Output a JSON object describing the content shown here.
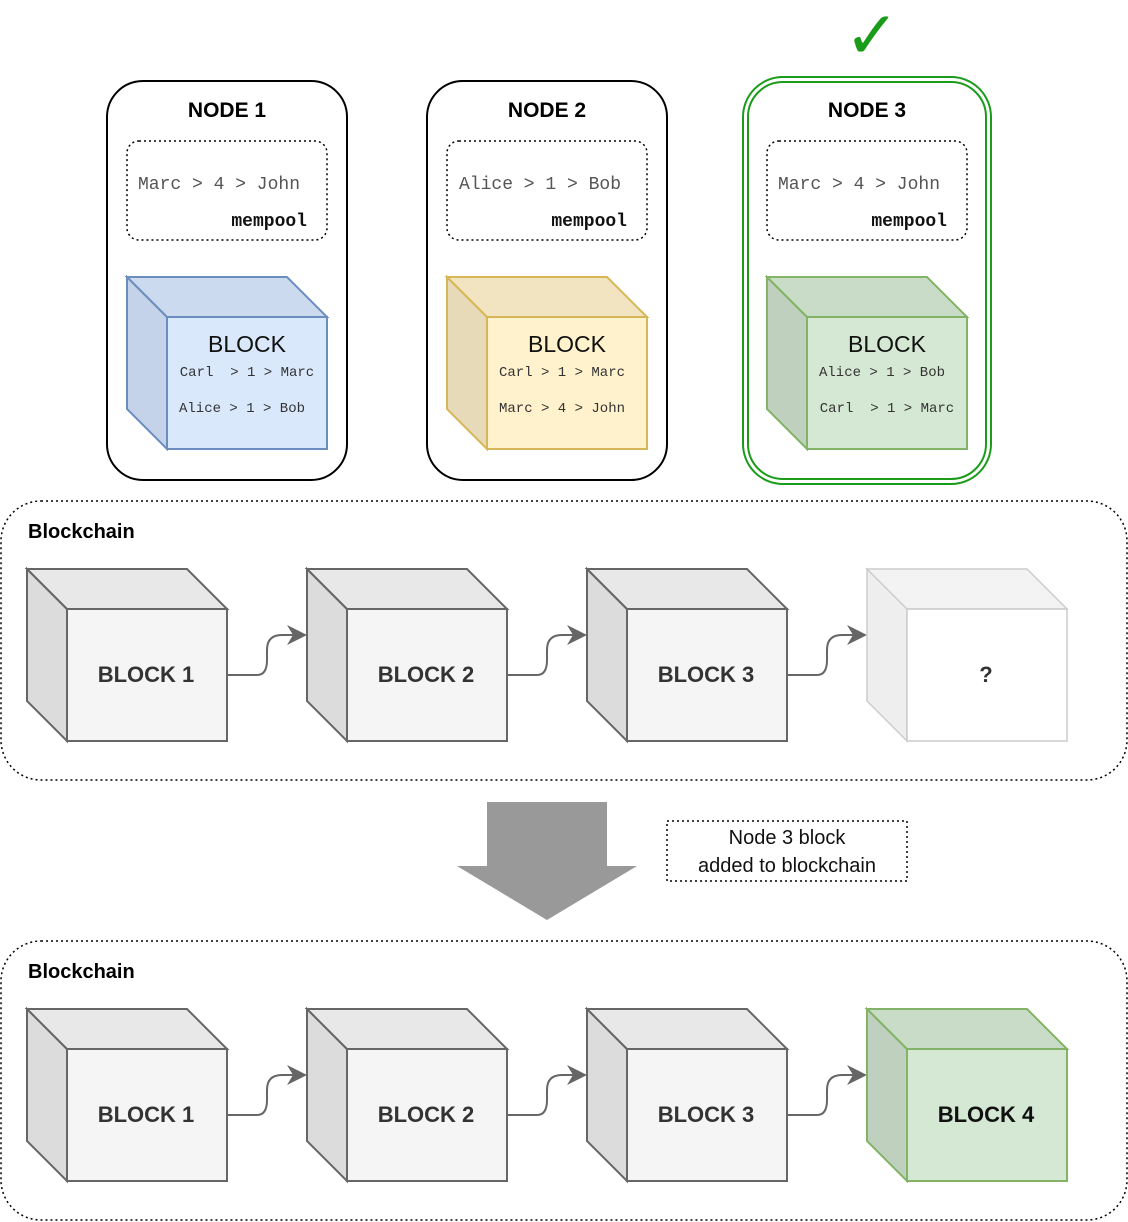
{
  "nodes": [
    {
      "title": "NODE 1",
      "mempool_tx": "Marc > 4 > John",
      "mempool_label": "mempool",
      "block_title": "BLOCK",
      "block_tx": [
        "Carl  > 1 > Marc",
        "Alice > 1 > Bob"
      ],
      "color": {
        "front": "#dae8fc",
        "side": "#c5d3ea",
        "top": "#ccdaef",
        "stroke": "#6c8ebf"
      }
    },
    {
      "title": "NODE 2",
      "mempool_tx": "Alice > 1 > Bob",
      "mempool_label": "mempool",
      "block_title": "BLOCK",
      "block_tx": [
        "Carl > 1 > Marc",
        "Marc > 4 > John"
      ],
      "color": {
        "front": "#fff2cc",
        "side": "#e6dab8",
        "top": "#f2e4c1",
        "stroke": "#d6b656"
      }
    },
    {
      "title": "NODE 3",
      "mempool_tx": "Marc > 4 > John",
      "mempool_label": "mempool",
      "block_title": "BLOCK",
      "block_tx": [
        "Alice > 1 > Bob",
        "Carl  > 1 > Marc"
      ],
      "color": {
        "front": "#d5e8d4",
        "side": "#bfd1be",
        "top": "#c8dcc7",
        "stroke": "#82b366"
      },
      "selected": true,
      "checkmark": "✓"
    }
  ],
  "chain_before": {
    "label": "Blockchain",
    "blocks": [
      "BLOCK 1",
      "BLOCK 2",
      "BLOCK 3",
      "?"
    ]
  },
  "transition_note": "Node 3 block\nadded to blockchain",
  "transition_note_lines": [
    "Node 3 block",
    "added to blockchain"
  ],
  "chain_after": {
    "label": "Blockchain",
    "blocks": [
      "BLOCK 1",
      "BLOCK 2",
      "BLOCK 3",
      "BLOCK 4"
    ]
  },
  "colors": {
    "gray_front": "#f5f5f5",
    "gray_side": "#dcdcdc",
    "gray_top": "#e8e8e8",
    "gray_stroke": "#666666",
    "selected_outline": "#1a9c1a",
    "arrow": "#999999"
  }
}
